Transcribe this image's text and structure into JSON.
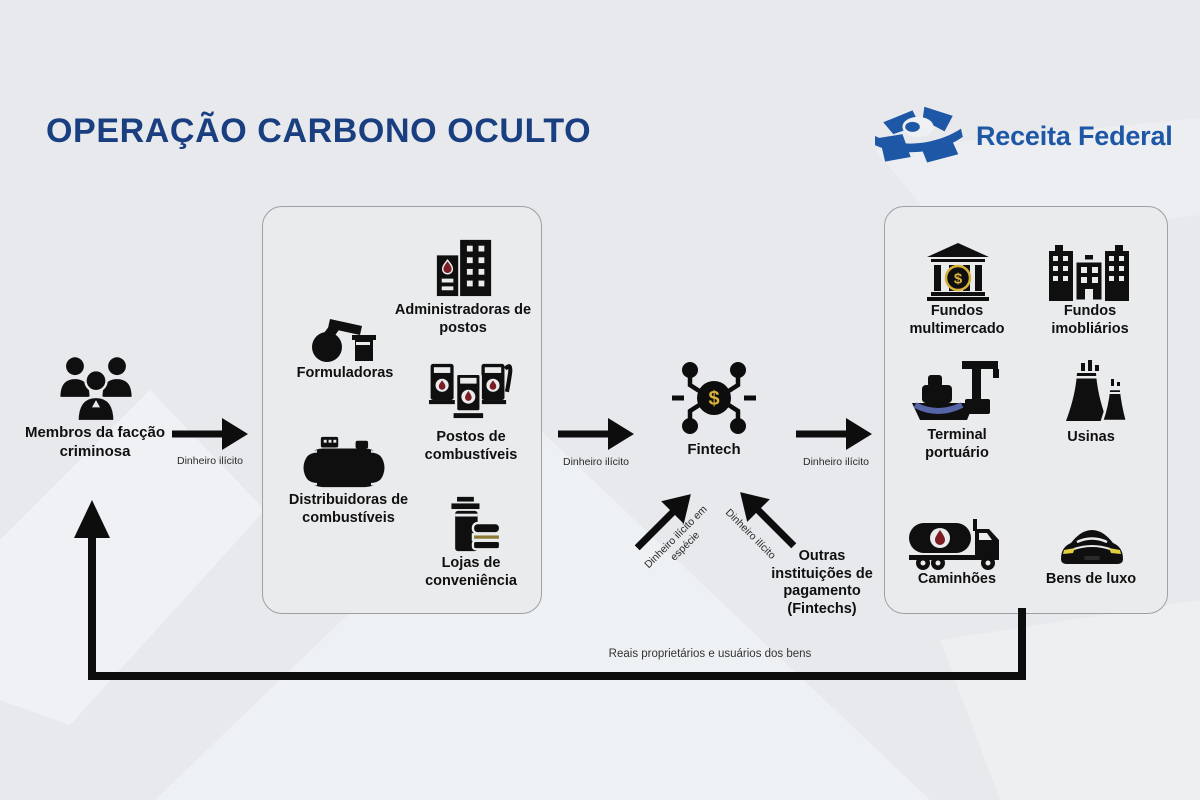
{
  "header": {
    "title": "OPERAÇÃO CARBONO OCULTO",
    "brand_name": "Receita Federal"
  },
  "source_node": {
    "label": "Membros da facção criminosa",
    "icon": "criminal-group-icon"
  },
  "fuel_box": {
    "items": [
      {
        "label": "Administradoras de postos",
        "icon": "office-building-icon"
      },
      {
        "label": "Formuladoras",
        "icon": "chemical-flask-icon"
      },
      {
        "label": "Postos de combustíveis",
        "icon": "fuel-pumps-icon"
      },
      {
        "label": "Distribuidoras de combustíveis",
        "icon": "fuel-tank-icon"
      },
      {
        "label": "Lojas de conveniência",
        "icon": "convenience-store-icon"
      }
    ]
  },
  "fintech_node": {
    "label": "Fintech",
    "currency_symbol": "$",
    "icon": "fintech-network-icon"
  },
  "other_institutions": {
    "label": "Outras instituições de pagamento (Fintechs)"
  },
  "assets_box": {
    "items": [
      {
        "label": "Fundos multimercado",
        "icon": "bank-fund-icon",
        "coin_symbol": "$"
      },
      {
        "label": "Fundos imobliários",
        "icon": "buildings-icon"
      },
      {
        "label": "Terminal portuário",
        "icon": "port-ship-crane-icon"
      },
      {
        "label": "Usinas",
        "icon": "power-plant-icon"
      },
      {
        "label": "Caminhões",
        "icon": "tanker-truck-icon"
      },
      {
        "label": "Bens de luxo",
        "icon": "luxury-car-icon"
      }
    ]
  },
  "flow": {
    "arrow_source_to_fuel": "Dinheiro ilícito",
    "arrow_fuel_to_fintech": "Dinheiro ilícito",
    "arrow_fintech_to_assets": "Dinheiro ilícito",
    "arrow_cash_to_fintech": "Dinheiro ilícito em espécie",
    "arrow_institutions_to_fintech": "Dinheiro ilícito",
    "return_loop": "Reais proprietários e usuários dos bens"
  },
  "colors": {
    "title_blue": "#193F80",
    "brand_blue": "#1D57A6",
    "ink": "#111111",
    "drop_red": "#7B1D22",
    "gold": "#D9B23A",
    "ship_stripe_blue": "#5565A8",
    "headlight_yellow": "#E3CF3E",
    "background": "#E7E9EC",
    "panel": "#EAEBED"
  }
}
